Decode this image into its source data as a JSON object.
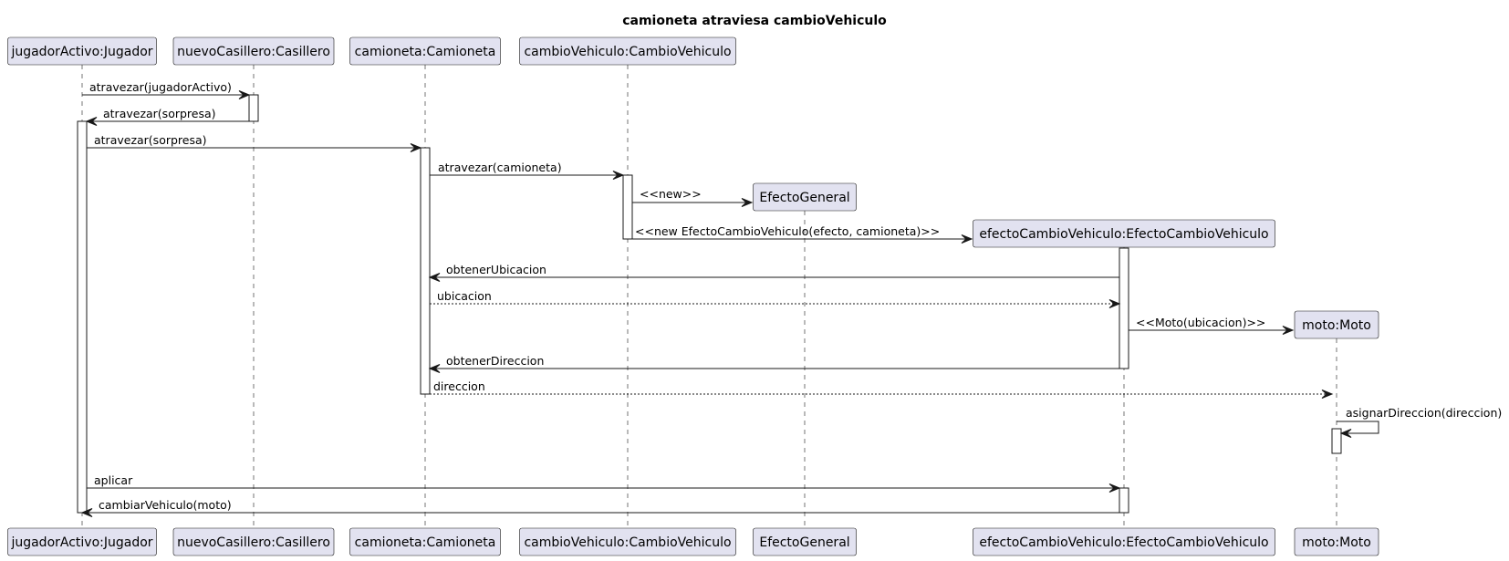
{
  "title": "camioneta atraviesa cambioVehiculo",
  "participants": [
    {
      "id": "jugador",
      "label": "jugadorActivo:Jugador"
    },
    {
      "id": "casillero",
      "label": "nuevoCasillero:Casillero"
    },
    {
      "id": "camioneta",
      "label": "camioneta:Camioneta"
    },
    {
      "id": "cambio",
      "label": "cambioVehiculo:CambioVehiculo"
    },
    {
      "id": "general",
      "label": "EfectoGeneral"
    },
    {
      "id": "efecto",
      "label": "efectoCambioVehiculo:EfectoCambioVehiculo"
    },
    {
      "id": "moto",
      "label": "moto:Moto"
    }
  ],
  "messages": [
    {
      "from": "jugador",
      "to": "casillero",
      "label": "atravezar(jugadorActivo)",
      "kind": "sync"
    },
    {
      "from": "casillero",
      "to": "jugador",
      "label": "atravezar(sorpresa)",
      "kind": "sync"
    },
    {
      "from": "jugador",
      "to": "camioneta",
      "label": "atravezar(sorpresa)",
      "kind": "sync"
    },
    {
      "from": "camioneta",
      "to": "cambio",
      "label": "atravezar(camioneta)",
      "kind": "sync"
    },
    {
      "from": "cambio",
      "to": "general",
      "label": "<<new>>",
      "kind": "create"
    },
    {
      "from": "cambio",
      "to": "efecto",
      "label": "<<new EfectoCambioVehiculo(efecto, camioneta)>>",
      "kind": "create"
    },
    {
      "from": "efecto",
      "to": "camioneta",
      "label": "obtenerUbicacion",
      "kind": "sync"
    },
    {
      "from": "camioneta",
      "to": "efecto",
      "label": "ubicacion",
      "kind": "return"
    },
    {
      "from": "efecto",
      "to": "moto",
      "label": "<<Moto(ubicacion)>>",
      "kind": "create"
    },
    {
      "from": "efecto",
      "to": "camioneta",
      "label": "obtenerDireccion",
      "kind": "sync"
    },
    {
      "from": "camioneta",
      "to": "moto",
      "label": "direccion",
      "kind": "return"
    },
    {
      "from": "moto",
      "to": "moto",
      "label": "asignarDireccion(direccion)",
      "kind": "self"
    },
    {
      "from": "jugador",
      "to": "efecto",
      "label": "aplicar",
      "kind": "sync"
    },
    {
      "from": "efecto",
      "to": "jugador",
      "label": "cambiarVehiculo(moto)",
      "kind": "sync"
    }
  ],
  "colors": {
    "participant_fill": "#E2E2F0",
    "line": "#181818",
    "background": "#FFFFFF"
  }
}
